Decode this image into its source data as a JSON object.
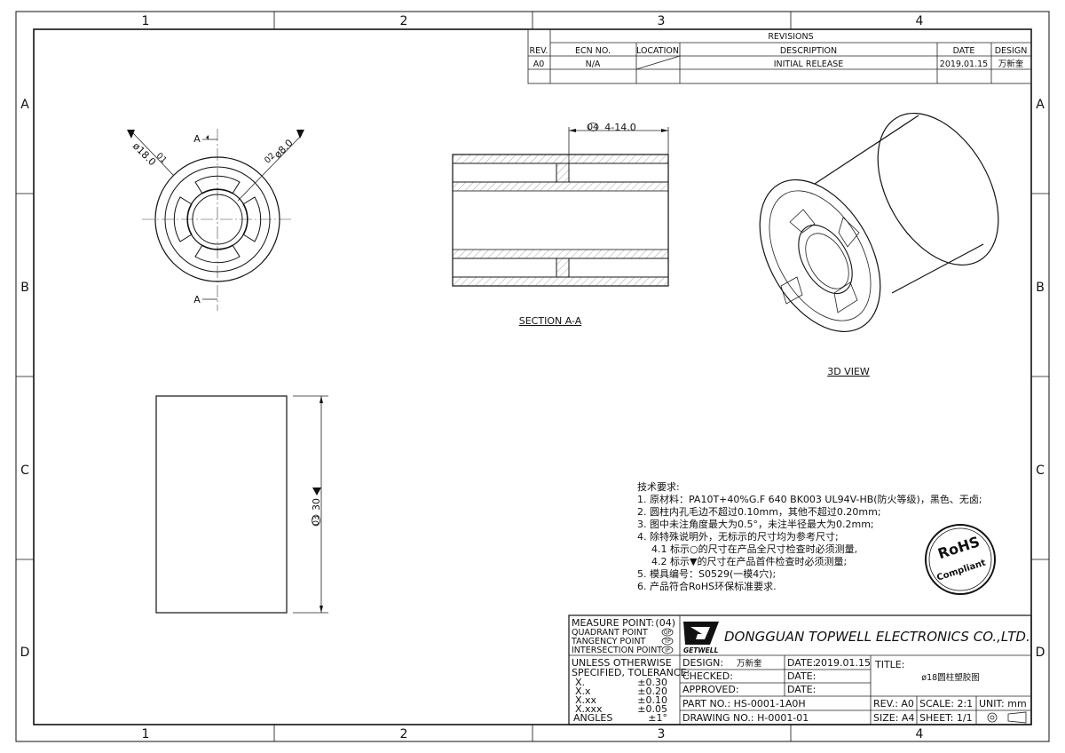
{
  "zones": {
    "columns": [
      "1",
      "2",
      "3",
      "4"
    ],
    "rows": [
      "A",
      "B",
      "C",
      "D"
    ]
  },
  "revisions": {
    "title": "REVISIONS",
    "headers": [
      "REV.",
      "ECN NO.",
      "LOCATION",
      "DESCRIPTION",
      "DATE",
      "DESIGN"
    ],
    "row": [
      "A0",
      "N/A",
      "",
      "INITIAL RELEASE",
      "2019.01.15",
      "万新奎"
    ]
  },
  "front_view": {
    "section_mark_top": "A",
    "section_mark_bottom": "A",
    "dim_left": "ø18.0",
    "dim_left_ref": "01",
    "dim_right": "ø8.0",
    "dim_right_ref": "02"
  },
  "section_view": {
    "dim": "4-14.0",
    "dim_ref": "04",
    "label": "SECTION A-A"
  },
  "iso_view": {
    "label": "3D VIEW"
  },
  "side_view": {
    "dim": "30",
    "dim_ref": "03"
  },
  "notes": {
    "title": "技术要求:",
    "items": [
      "1. 原材料：PA10T+40%G.F 640 BK003 UL94V-HB(防火等级)，黑色、无卤;",
      "2. 圆柱内孔毛边不超过0.10mm，其他不超过0.20mm;",
      "3. 图中未注角度最大为0.5°，未注半径最大为0.2mm;",
      "4. 除特殊说明外，无标示的尺寸均为参考尺寸;",
      "4.1 标示○的尺寸在产品全尺寸检查时必须测量,",
      "4.2 标示▼的尺寸在产品首件检查时必须测量;",
      "5. 模具编号：S0529(一模4穴);",
      "6. 产品符合RoHS环保标准要求."
    ]
  },
  "rohs": {
    "top": "RoHS",
    "bottom": "Compliant"
  },
  "measure": {
    "title": "MEASURE POINT:",
    "count": "(04)",
    "items": [
      {
        "label": "QUADRANT POINT",
        "code": "QP"
      },
      {
        "label": "TANGENCY POINT",
        "code": "TP"
      },
      {
        "label": "INTERSECTION POINT",
        "code": "IP"
      }
    ]
  },
  "tolerance": {
    "line1": "UNLESS OTHERWISE",
    "line2": "SPECIFIED, TOLERANCE:",
    "rows": [
      {
        "k": "X.",
        "v": "±0.30"
      },
      {
        "k": "X.x",
        "v": "±0.20"
      },
      {
        "k": "X.xx",
        "v": "±0.10"
      },
      {
        "k": "X.xxx",
        "v": "±0.05"
      },
      {
        "k": "ANGLES",
        "v": "±1°"
      }
    ]
  },
  "company": {
    "name": "DONGGUAN TOPWELL ELECTRONICS CO.,LTD.",
    "logo_text": "GETWELL"
  },
  "title_block": {
    "design_label": "DESIGN:",
    "design_value": "万新奎",
    "date1_label": "DATE:",
    "date1_value": "2019.01.15",
    "checked_label": "CHECKED:",
    "date2_label": "DATE:",
    "approved_label": "APPROVED:",
    "date3_label": "DATE:",
    "title_label": "TITLE:",
    "title_value": "ø18圆柱塑胶图",
    "part_no": "PART NO.: HS-0001-1A0H",
    "drawing_no": "DRAWING NO.: H-0001-01",
    "rev": "REV.: A0",
    "scale": "SCALE: 2:1",
    "unit": "UNIT: mm",
    "size": "SIZE: A4",
    "sheet": "SHEET: 1/1"
  }
}
